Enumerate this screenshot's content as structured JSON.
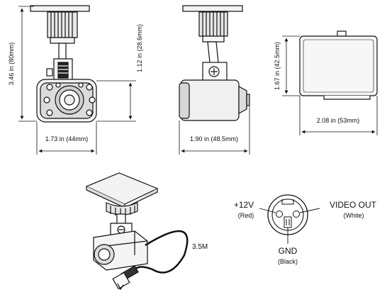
{
  "dimensions": {
    "front_height": "3.46 in (80mm)",
    "front_width": "1.73 in (44mm)",
    "front_lens_height": "1.12 in (28.6mm)",
    "side_width": "1.90 in (48.5mm)",
    "rear_height": "1.67 in (42.5mm)",
    "rear_width": "2.08 in (53mm)"
  },
  "cable": {
    "length_label": "3.5M"
  },
  "connector": {
    "pins": [
      {
        "label": "+12V",
        "color_label": "(Red)"
      },
      {
        "label": "VIDEO OUT",
        "color_label": "(White)"
      },
      {
        "label": "GND",
        "color_label": "(Black)"
      }
    ]
  }
}
